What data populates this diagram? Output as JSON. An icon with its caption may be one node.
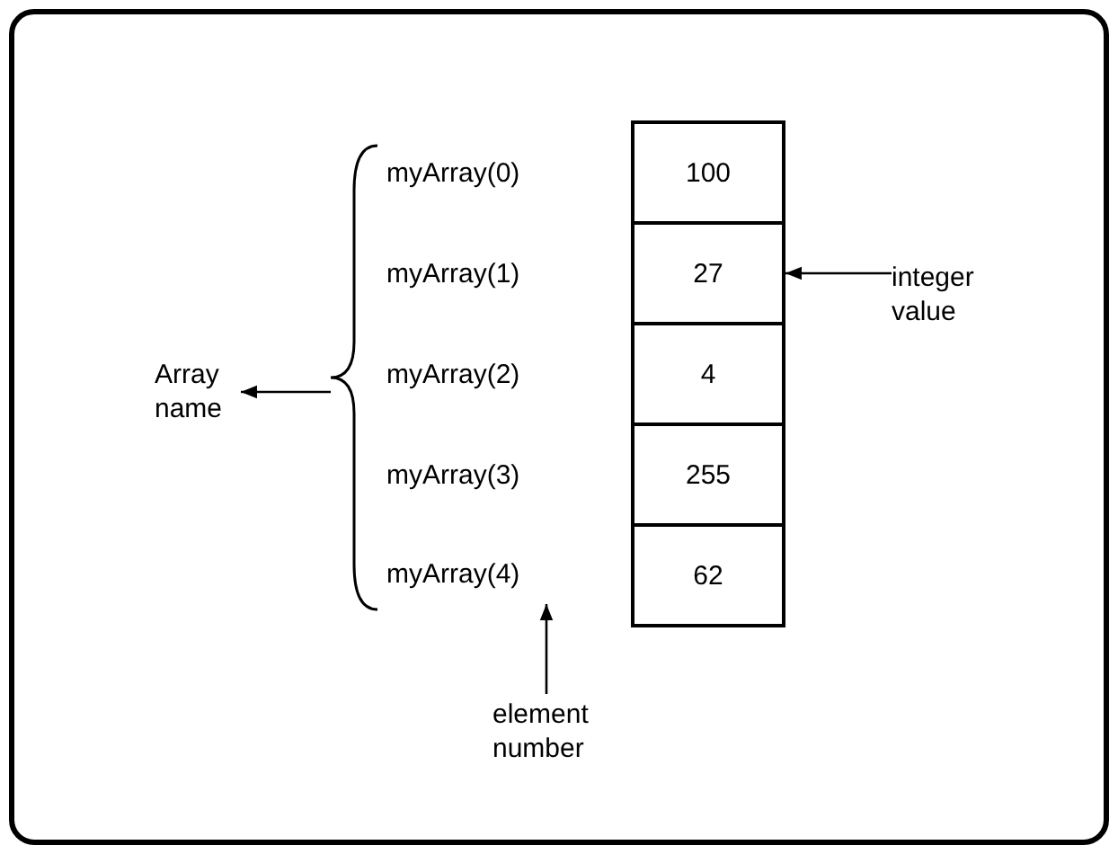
{
  "diagram": {
    "nodes": [
      {
        "text": [
          "Array name"
        ]
      },
      {
        "text": [],
        "shape": "brace"
      },
      {
        "text": [
          "100"
        ]
      },
      {
        "text": [
          "27"
        ]
      },
      {
        "text": [
          "4"
        ]
      },
      {
        "text": [
          "255"
        ]
      },
      {
        "text": [
          "62"
        ]
      },
      {
        "text": [
          "integer value"
        ]
      },
      {
        "text": [
          "myArray(4)"
        ]
      },
      {
        "text": [
          "element number"
        ]
      }
    ],
    "edges": [
      {
        "from": 1,
        "to": 0,
        "arrow": "to"
      },
      {
        "from": 7,
        "to": 3,
        "arrow": "to"
      },
      {
        "from": 9,
        "to": 8,
        "arrow": "to"
      }
    ],
    "labels": [
      "myArray(0)",
      "myArray(1)",
      "myArray(2)",
      "myArray(3)"
    ]
  }
}
